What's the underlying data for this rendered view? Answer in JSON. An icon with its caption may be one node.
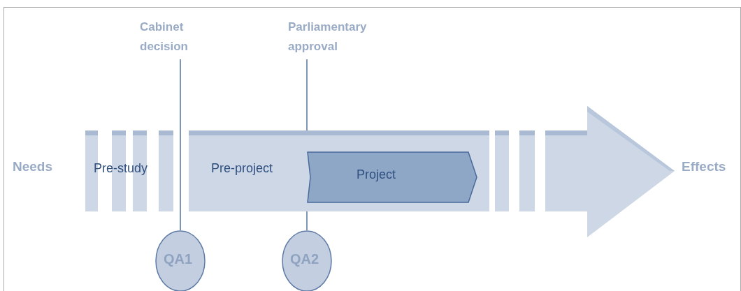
{
  "diagram": {
    "nodes": [
      {
        "text": [
          "Pre-study"
        ]
      },
      {
        "text": [
          "Pre-project"
        ]
      },
      {
        "text": [
          "Project"
        ],
        "in": 1
      },
      {
        "text": [
          "Cabinet decision"
        ]
      },
      {
        "text": [
          "QA1"
        ]
      },
      {
        "text": [
          "Parliamentary approval"
        ]
      },
      {
        "text": [
          "QA2"
        ]
      }
    ],
    "edges": [
      {
        "from": 3,
        "to": 4,
        "arrow": "none"
      },
      {
        "from": 5,
        "to": 6,
        "arrow": "none"
      }
    ],
    "labels": [
      "Needs",
      "Effects"
    ]
  }
}
